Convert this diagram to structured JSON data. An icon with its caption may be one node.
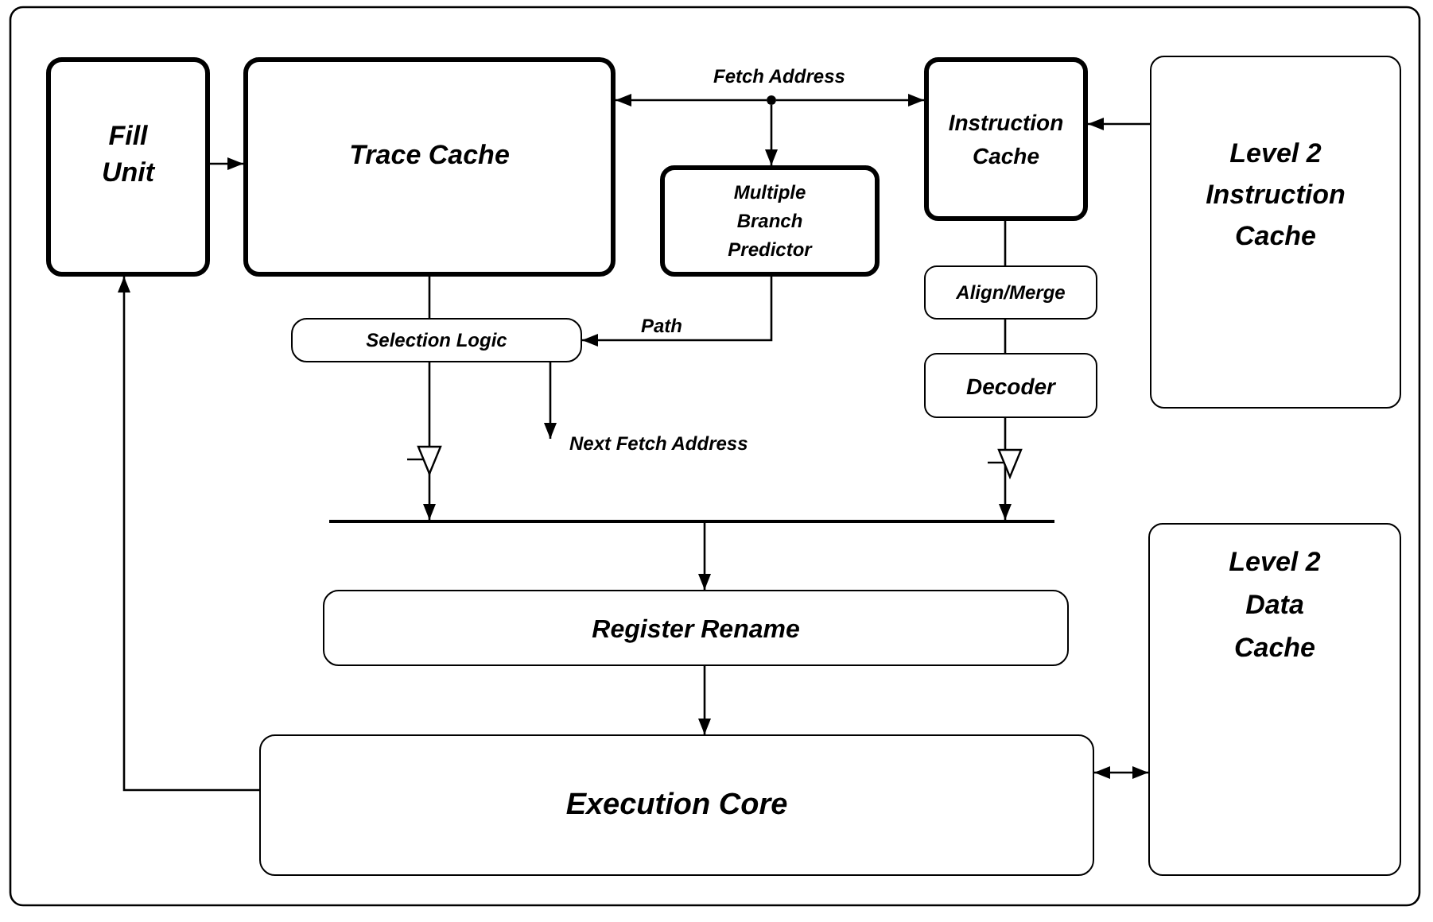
{
  "diagram": {
    "nodes": [
      {
        "text": [
          "Fill Unit"
        ]
      },
      {
        "text": [
          "Trace Cache"
        ]
      },
      {
        "text": [],
        "shape": "circle"
      },
      {
        "text": [
          "Instruction Cache"
        ]
      },
      {
        "text": [
          "Level 2 Instruction Cache"
        ]
      },
      {
        "text": [
          "Multiple Branch Predictor"
        ]
      },
      {
        "text": [
          "Selection Logic"
        ]
      },
      {
        "text": [
          "Align/Merge"
        ]
      },
      {
        "text": [
          "Decoder"
        ]
      },
      {
        "text": [],
        "shape": "bar"
      },
      {
        "text": [
          "Register Rename"
        ]
      },
      {
        "text": [
          "Level 2 Data Cache"
        ]
      },
      {
        "text": [
          "Execution Core"
        ]
      }
    ],
    "edges": [
      {
        "from": 0,
        "to": 1,
        "arrow": "to"
      },
      {
        "from": 2,
        "to": 1,
        "arrow": "to",
        "label": "Fetch Address"
      },
      {
        "from": 2,
        "to": 3,
        "arrow": "to"
      },
      {
        "from": 2,
        "to": 5,
        "arrow": "to"
      },
      {
        "from": 4,
        "to": 3,
        "arrow": "to"
      },
      {
        "from": 1,
        "to": 6,
        "arrow": "none"
      },
      {
        "from": 5,
        "to": 6,
        "arrow": "to",
        "label": "Path"
      },
      {
        "from": 6,
        "to": null,
        "arrow": "to",
        "label": "Next Fetch Address"
      },
      {
        "from": 6,
        "to": 9,
        "arrow": "to"
      },
      {
        "from": 3,
        "to": 7,
        "arrow": "none"
      },
      {
        "from": 7,
        "to": 8,
        "arrow": "none"
      },
      {
        "from": 8,
        "to": 9,
        "arrow": "to"
      },
      {
        "from": 9,
        "to": 10,
        "arrow": "to"
      },
      {
        "from": 10,
        "to": 12,
        "arrow": "to"
      },
      {
        "from": 12,
        "to": 0,
        "arrow": "to"
      },
      {
        "from": 12,
        "to": 11,
        "arrow": "both"
      }
    ]
  }
}
